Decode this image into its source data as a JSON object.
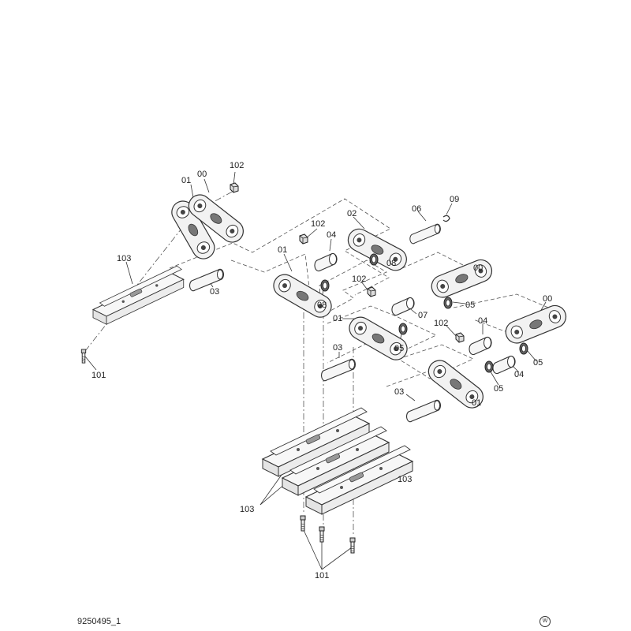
{
  "labels": {
    "l00a": "00",
    "l01a": "01",
    "l102a": "102",
    "l103a": "103",
    "l03a": "03",
    "l101a": "101",
    "l02": "02",
    "l06": "06",
    "l09": "09",
    "l102b": "102",
    "l04a": "04",
    "l01b": "01",
    "l08a": "08",
    "l08b": "08",
    "l102c": "102",
    "l00b": "00",
    "l05a": "05",
    "l07": "07",
    "l01c": "01",
    "l05b": "05",
    "l03b": "03",
    "l102d": "102",
    "l04b": "04",
    "l00c": "00",
    "l05c": "05",
    "l04c": "04",
    "l05d": "05",
    "l01d": "01",
    "l03c": "03",
    "l103b": "103",
    "l103c": "103",
    "l101b": "101"
  },
  "footer": {
    "code": "9250495_1",
    "watermark": "W"
  },
  "colors": {
    "line": "#333333",
    "fill": "#f4f4f4",
    "dark": "#555555"
  }
}
